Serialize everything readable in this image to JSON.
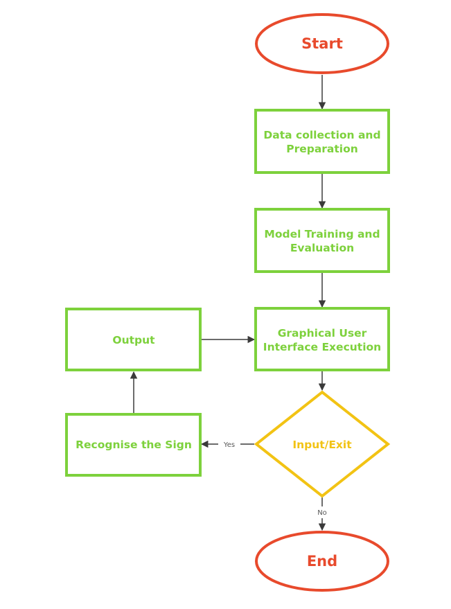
{
  "colors": {
    "terminal": "#e84a2c",
    "process": "#7dd13c",
    "decision": "#f2c314",
    "arrow": "#3a3a3a",
    "label": "#555555"
  },
  "nodes": {
    "start": {
      "label": "Start"
    },
    "data_collection": {
      "line1": "Data collection and",
      "line2": "Preparation"
    },
    "model_training": {
      "line1": "Model Training and",
      "line2": "Evaluation"
    },
    "gui_execution": {
      "line1": "Graphical User",
      "line2": "Interface Execution"
    },
    "decision": {
      "label": "Input/Exit"
    },
    "recognise": {
      "label": "Recognise the Sign"
    },
    "output": {
      "label": "Output"
    },
    "end": {
      "label": "End"
    }
  },
  "edges": {
    "yes_label": "Yes",
    "no_label": "No"
  }
}
